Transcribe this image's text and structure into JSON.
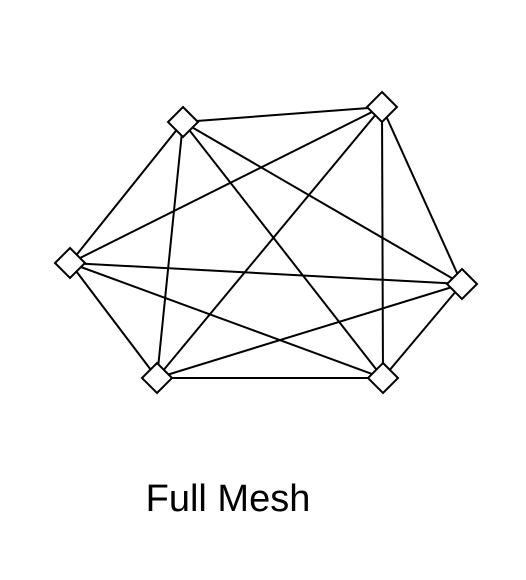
{
  "diagram": {
    "caption": "Full Mesh",
    "topology": "full-mesh",
    "node_shape": "diamond",
    "nodes": [
      {
        "id": "n1"
      },
      {
        "id": "n2"
      },
      {
        "id": "n3"
      },
      {
        "id": "n4"
      },
      {
        "id": "n5"
      },
      {
        "id": "n6"
      }
    ],
    "edges": [
      [
        "n1",
        "n2"
      ],
      [
        "n1",
        "n3"
      ],
      [
        "n1",
        "n4"
      ],
      [
        "n1",
        "n5"
      ],
      [
        "n1",
        "n6"
      ],
      [
        "n2",
        "n3"
      ],
      [
        "n2",
        "n4"
      ],
      [
        "n2",
        "n5"
      ],
      [
        "n2",
        "n6"
      ],
      [
        "n3",
        "n4"
      ],
      [
        "n3",
        "n5"
      ],
      [
        "n3",
        "n6"
      ],
      [
        "n4",
        "n5"
      ],
      [
        "n4",
        "n6"
      ],
      [
        "n5",
        "n6"
      ]
    ],
    "colors": {
      "stroke": "#000000",
      "node_fill": "#ffffff",
      "background": "#ffffff"
    }
  }
}
